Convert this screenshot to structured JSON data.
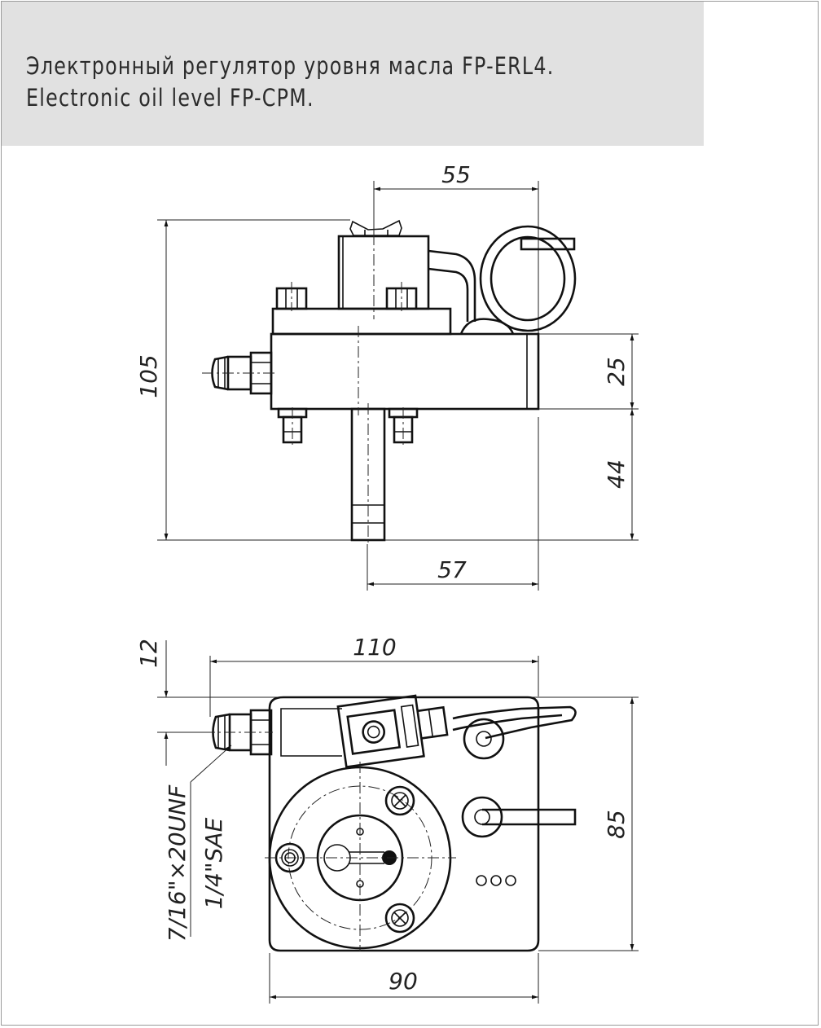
{
  "title": {
    "line_ru": "Электронный регулятор уровня масла FP-ERL4.",
    "line_en": "Electronic oil level FP-CPM."
  },
  "side_view": {
    "dim_top": "55",
    "dim_height": "105",
    "dim_body": "25",
    "dim_probe": "44",
    "dim_bottom": "57"
  },
  "top_view": {
    "dim_width": "110",
    "dim_offset": "12",
    "dim_depth": "85",
    "dim_base": "90",
    "thread_line1": "7/16\"×20UNF",
    "thread_line2": "1/4\"SAE"
  }
}
